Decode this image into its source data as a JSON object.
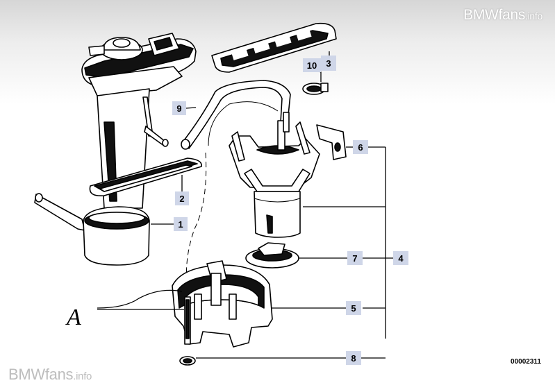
{
  "watermark_top": {
    "name": "BMWfans",
    "suffix": ".info"
  },
  "watermark_bottom": {
    "name": "BMWfans",
    "suffix": ".info"
  },
  "diagram_id": "00002311",
  "annotation_letter": "A",
  "callouts": [
    {
      "id": "1",
      "label": "1"
    },
    {
      "id": "2",
      "label": "2"
    },
    {
      "id": "3",
      "label": "3"
    },
    {
      "id": "4",
      "label": "4"
    },
    {
      "id": "5",
      "label": "5"
    },
    {
      "id": "6",
      "label": "6"
    },
    {
      "id": "7",
      "label": "7"
    },
    {
      "id": "8",
      "label": "8"
    },
    {
      "id": "9",
      "label": "9"
    },
    {
      "id": "10",
      "label": "10"
    }
  ],
  "colors": {
    "callout_fill": "#cfd6e8",
    "line": "#000000",
    "watermark_top": "#ffffff",
    "watermark_bottom": "#bdbdbd"
  }
}
